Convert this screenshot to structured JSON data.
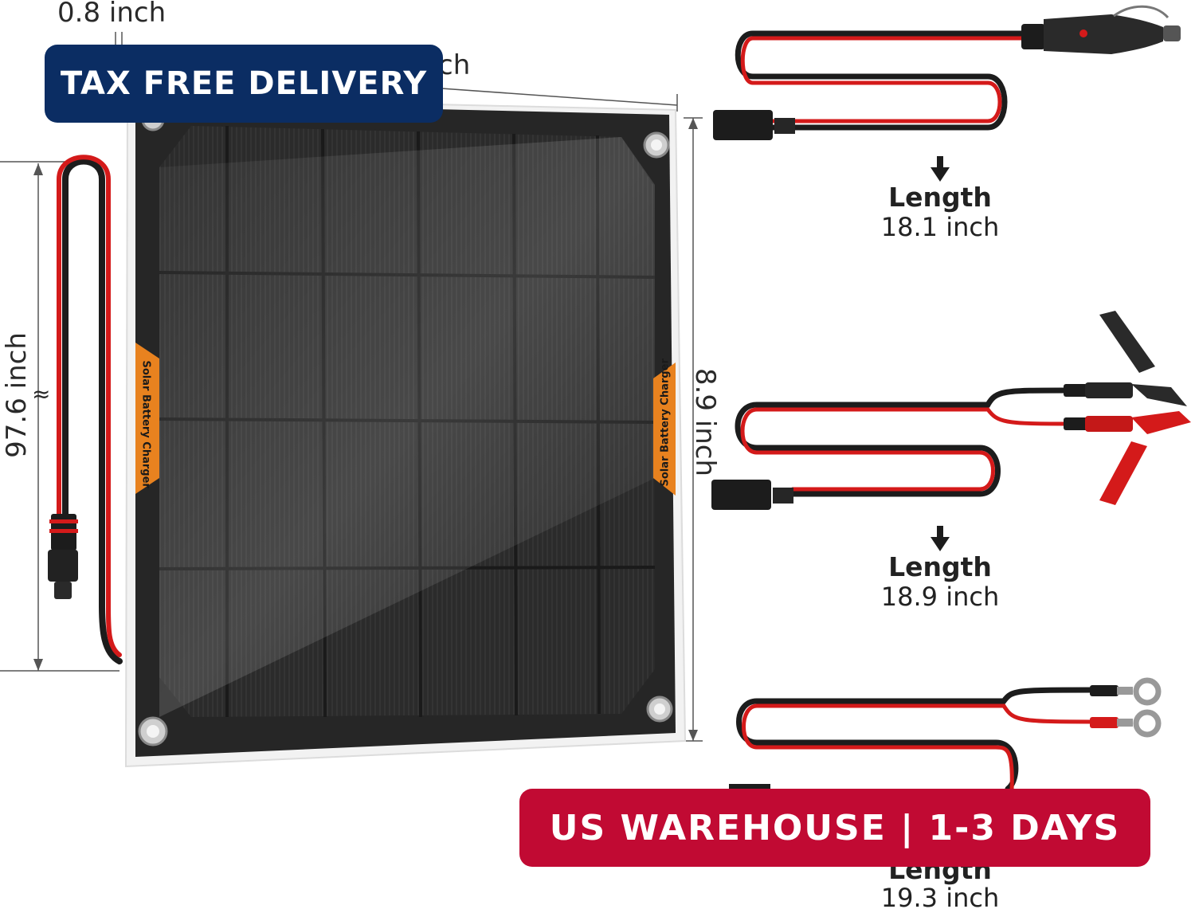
{
  "dimensions": {
    "thickness": "0.8 inch",
    "width_partial": "ch",
    "height": "8.9 inch",
    "cable": "97.6 inch",
    "break_mark": "≈"
  },
  "panel": {
    "side_label": "Solar Battery Charger"
  },
  "cables": [
    {
      "title": "Length",
      "value": "18.1 inch"
    },
    {
      "title": "Length",
      "value": "18.9 inch"
    },
    {
      "title": "Length",
      "value": "19.3 inch"
    }
  ],
  "banners": {
    "top": "TAX FREE DELIVERY",
    "bottom": "US WAREHOUSE | 1-3 DAYS"
  },
  "colors": {
    "navy_banner": "#0b2d63",
    "red_banner": "#c10a33",
    "panel_dark": "#262626",
    "tab_orange": "#e8821f",
    "wire_red": "#d41a1a",
    "wire_black": "#1c1c1c"
  }
}
